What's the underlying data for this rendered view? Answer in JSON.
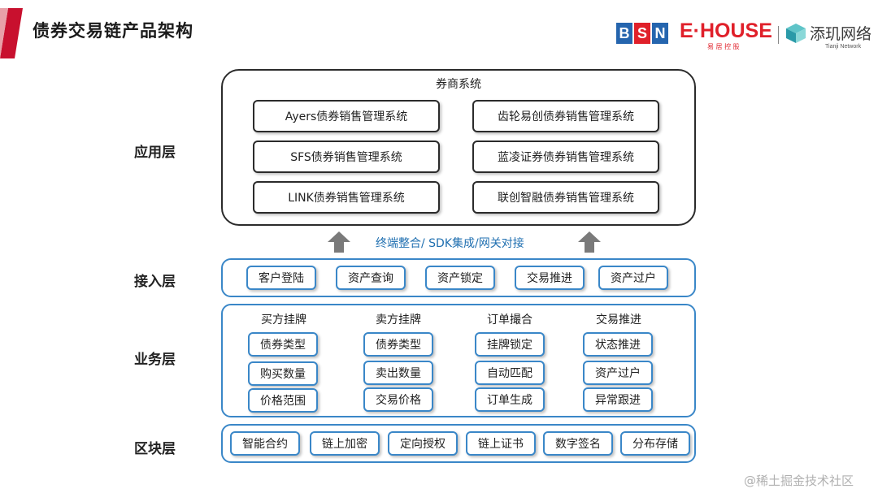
{
  "header": {
    "title": "债券交易链产品架构",
    "accent_color": "#c8102e"
  },
  "logos": {
    "bsn_letters": [
      "B",
      "S",
      "N"
    ],
    "bsn_colors": [
      "#2565ae",
      "#e0202a",
      "#2565ae"
    ],
    "ehouse": "E·HOUSE",
    "ehouse_sub": "易 居 控 股",
    "tianji": "添玑网络",
    "tianji_sub": "Tianji Network"
  },
  "layers": {
    "application": "应用层",
    "access": "接入层",
    "business": "业务层",
    "blockchain": "区块层"
  },
  "application": {
    "title": "券商系统",
    "left": [
      "Ayers债券销售管理系统",
      "SFS债券销售管理系统",
      "LINK债券销售管理系统"
    ],
    "right": [
      "齿轮易创债券销售管理系统",
      "蓝凌证券债券销售管理系统",
      "联创智融债券销售管理系统"
    ]
  },
  "integration": "终端整合/ SDK集成/网关对接",
  "access": {
    "items": [
      "客户登陆",
      "资产查询",
      "资产锁定",
      "交易推进",
      "资产过户"
    ]
  },
  "business": {
    "columns": [
      {
        "header": "买方挂牌",
        "items": [
          "债券类型",
          "购买数量",
          "价格范围"
        ]
      },
      {
        "header": "卖方挂牌",
        "items": [
          "债券类型",
          "卖出数量",
          "交易价格"
        ]
      },
      {
        "header": "订单撮合",
        "items": [
          "挂牌锁定",
          "自动匹配",
          "订单生成"
        ]
      },
      {
        "header": "交易推进",
        "items": [
          "状态推进",
          "资产过户",
          "异常跟进"
        ]
      }
    ]
  },
  "blockchain": {
    "items": [
      "智能合约",
      "链上加密",
      "定向授权",
      "链上证书",
      "数字签名",
      "分布存储"
    ]
  },
  "watermark": "@稀土掘金技术社区",
  "colors": {
    "blue_border": "#3a87c8",
    "arrow": "#7a7a7a",
    "integration_text": "#1f6fb0"
  }
}
